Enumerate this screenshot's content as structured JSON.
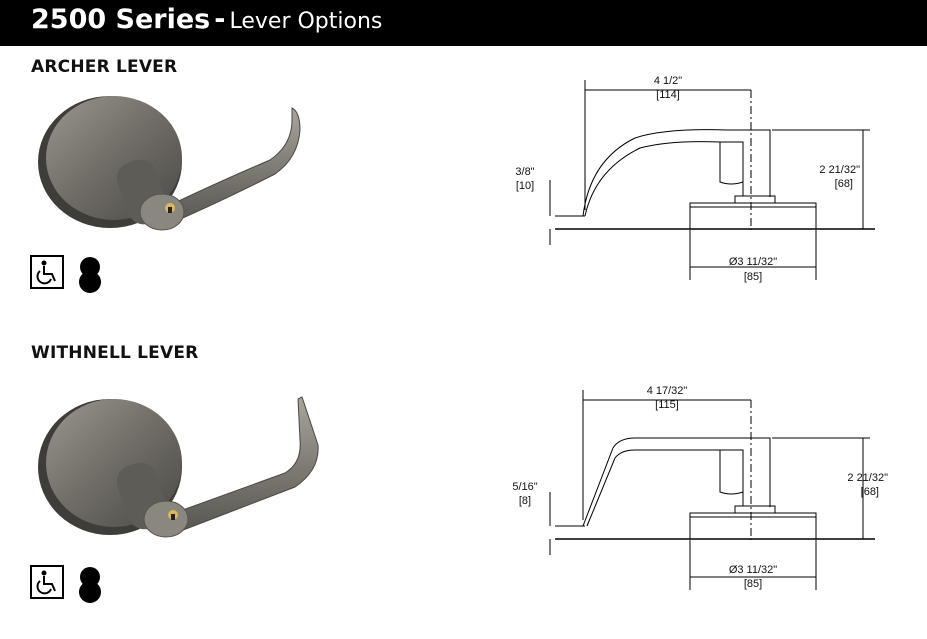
{
  "header": {
    "series": "2500 Series",
    "separator": "-",
    "subtitle": "Lever Options"
  },
  "levers": [
    {
      "name": "ARCHER LEVER",
      "icons": [
        "wheelchair-accessible-icon",
        "keyhole-icon"
      ],
      "dimensions": {
        "length": "4 1/2\"",
        "length_mm": "[114]",
        "projection": "2 21/32\"",
        "projection_mm": "[68]",
        "clearance": "3/8\"",
        "clearance_mm": "[10]",
        "rose": "Ø3 11/32\"",
        "rose_mm": "[85]"
      }
    },
    {
      "name": "WITHNELL LEVER",
      "icons": [
        "wheelchair-accessible-icon",
        "keyhole-icon"
      ],
      "dimensions": {
        "length": "4 17/32\"",
        "length_mm": "[115]",
        "projection": "2 21/32\"",
        "projection_mm": "[68]",
        "clearance": "5/16\"",
        "clearance_mm": "[8]",
        "rose": "Ø3 11/32\"",
        "rose_mm": "[85]"
      }
    }
  ]
}
